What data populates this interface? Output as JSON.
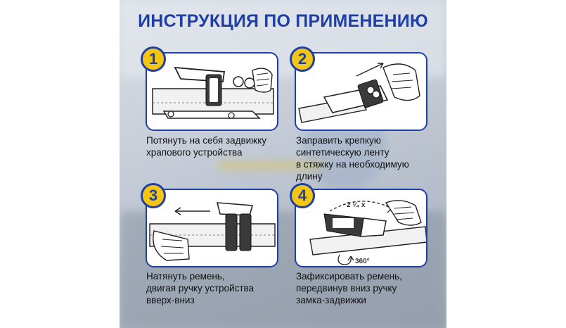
{
  "title": "ИНСТРУКЦИЯ ПО ПРИМЕНЕНИЮ",
  "colors": {
    "accent_blue": "#1f3fa6",
    "badge_yellow": "#f3c614",
    "panel_bg": "#ffffff"
  },
  "steps": [
    {
      "number": "1",
      "illustration": "ratchet-pull-icon",
      "caption_lines": [
        "Потянуть на себя задвижку",
        "храпового устройства"
      ]
    },
    {
      "number": "2",
      "illustration": "ratchet-thread-strap-icon",
      "caption_lines": [
        "Заправить крепкую",
        "синтетическую ленту",
        "в стяжку на необходимую",
        "длину"
      ]
    },
    {
      "number": "3",
      "illustration": "ratchet-tighten-icon",
      "caption_lines": [
        "Натянуть ремень,",
        "двигая ручку устройства",
        "вверх-вниз"
      ]
    },
    {
      "number": "4",
      "illustration": "ratchet-lock-icon",
      "caption_lines": [
        "Зафиксировать ремень,",
        "передвинув вниз ручку",
        "замка-задвижки"
      ],
      "annotations": {
        "turns": "2 ¹⁄₄ x",
        "rotation": "360°"
      }
    }
  ]
}
